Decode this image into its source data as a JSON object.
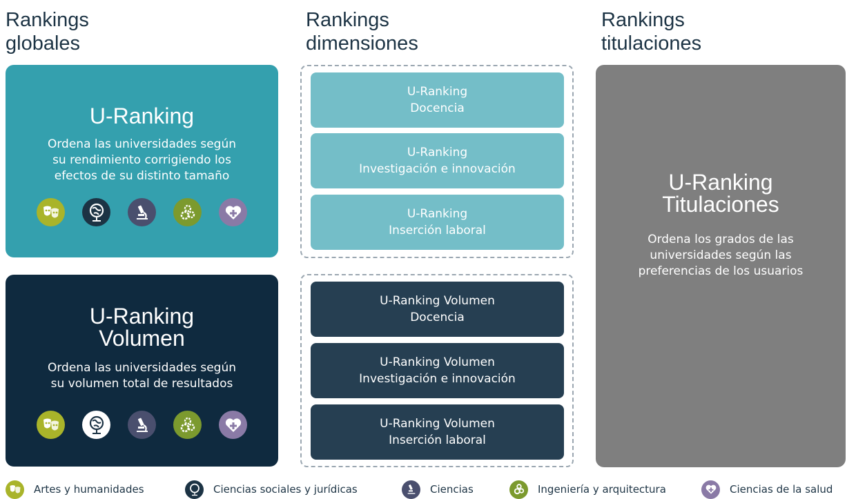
{
  "columns": {
    "global": "Rankings\nglobales",
    "dimensions": "Rankings\ndimensiones",
    "degrees": "Rankings\ntitulaciones"
  },
  "cards": {
    "uranking": {
      "title": "U-Ranking",
      "description": "Ordena las universidades según\nsu rendimiento corrigiendo los\nefectos de su distinto tamaño",
      "color": "#34a0ae"
    },
    "volumen": {
      "title": "U-Ranking\nVolumen",
      "description": "Ordena las universidades según\nsu volumen total de resultados",
      "color": "#0f2a3f"
    },
    "titulaciones": {
      "title": "U-Ranking\nTitulaciones",
      "description": "Ordena los grados de las\nuniversidades según las\npreferencias de los usuarios",
      "color": "#7f7f7f"
    }
  },
  "dimensions": {
    "light_color": "#74bec8",
    "dark_color": "#263f52",
    "light": [
      {
        "line1": "U-Ranking",
        "line2": "Docencia"
      },
      {
        "line1": "U-Ranking",
        "line2": "Investigación e innovación"
      },
      {
        "line1": "U-Ranking",
        "line2": "Inserción laboral"
      }
    ],
    "dark": [
      {
        "line1": "U-Ranking Volumen",
        "line2": "Docencia"
      },
      {
        "line1": "U-Ranking Volumen",
        "line2": "Investigación e innovación"
      },
      {
        "line1": "U-Ranking Volumen",
        "line2": "Inserción laboral"
      }
    ]
  },
  "legend": [
    {
      "label": "Artes y humanidades",
      "icon": "theater-masks-icon",
      "color": "#a9b42a"
    },
    {
      "label": "Ciencias sociales y jurídicas",
      "icon": "globe-icon",
      "color": "#1c3344"
    },
    {
      "label": "Ciencias",
      "icon": "microscope-icon",
      "color": "#4a4f6e"
    },
    {
      "label": "Ingeniería y arquitectura",
      "icon": "gears-icon",
      "color": "#7c9a2e"
    },
    {
      "label": "Ciencias de la salud",
      "icon": "heart-plus-icon",
      "color": "#8a7aa6"
    }
  ]
}
